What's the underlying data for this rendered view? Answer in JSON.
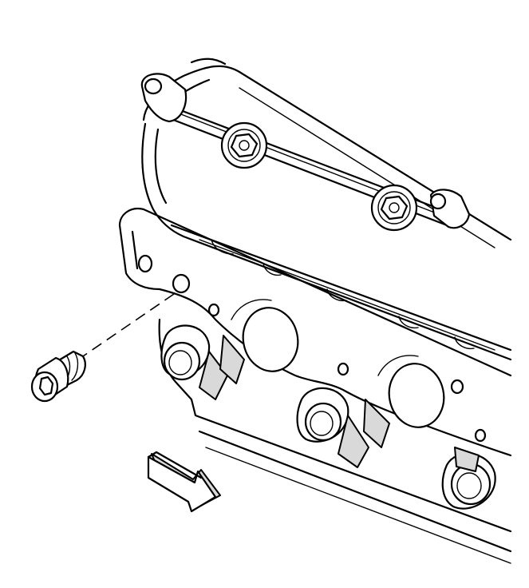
{
  "figure": {
    "parts": {
      "cylinder_head": "engine-cylinder-head",
      "manifold_face": "exhaust-manifold-mounting-face",
      "fuel_rail": "fuel-rail-with-bolts",
      "plug": "hex-socket-plug",
      "arrow": "engine-front-direction-arrow"
    },
    "line_color": "#000000",
    "fill_color": "#ffffff",
    "shade_color": "#d9d9d9"
  }
}
